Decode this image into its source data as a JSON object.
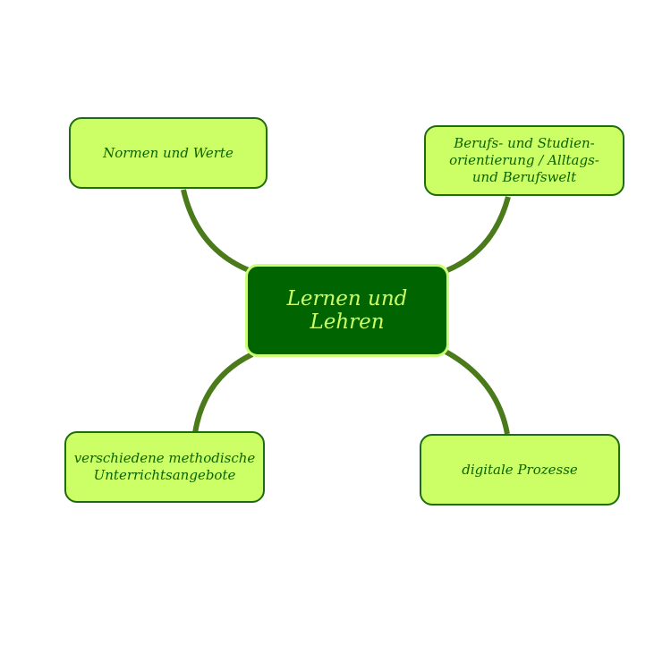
{
  "center": {
    "label": "Lernen und Lehren"
  },
  "branches": [
    {
      "label": "Normen und Werte"
    },
    {
      "label": "Berufs- und Studien-orientierung / Alltags- und Berufswelt"
    },
    {
      "label": "verschiedene methodische Unterrichtsangebote"
    },
    {
      "label": "digitale Prozesse"
    }
  ],
  "colors": {
    "center_fill": "#006400",
    "center_text": "#ccff66",
    "branch_fill": "#ccff66",
    "branch_text": "#0a6400",
    "connector": "#4a7a1a"
  }
}
